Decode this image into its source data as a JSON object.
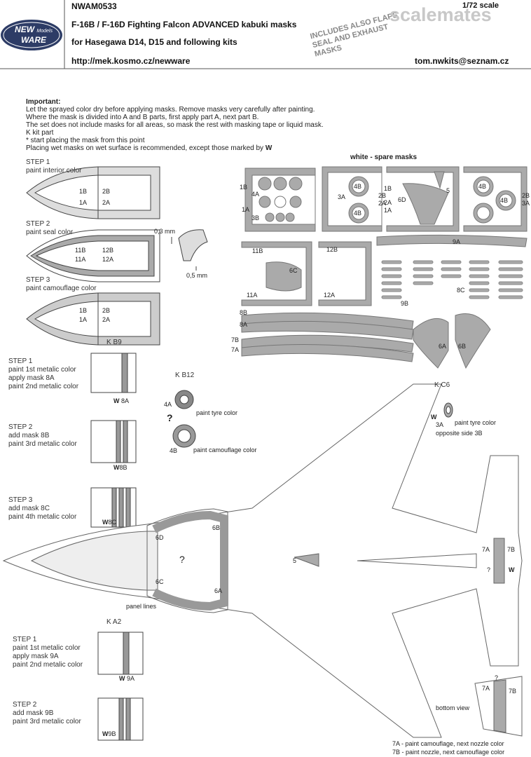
{
  "header": {
    "product_code": "NWAM0533",
    "title_line1": "F-16B / F-16D Fighting Falcon ADVANCED  kabuki masks",
    "title_line2": "for Hasegawa D14, D15 and following kits",
    "url": "http://mek.kosmo.cz/newware",
    "email": "tom.nwkits@seznam.cz",
    "scale": "1/72 scale",
    "stamp": "INCLUDES ALSO FLAPS SEAL AND EXHAUST MASKS",
    "logo_line1": "NEW",
    "logo_line2": "WARE",
    "logo_tag": "Models",
    "watermark": "scalemates"
  },
  "important": {
    "heading": "Important:",
    "lines": [
      "Let the sprayed color dry before applying masks. Remove masks very carefully after painting.",
      "Where the mask is divided into A and B parts, first apply part A, next part B.",
      "The set does not include masks for all areas, so mask the rest with masking tape or liquid mask.",
      "K kit part",
      "*  start placing the mask from this point",
      "Placing wet masks on wet surface is recommended, except those marked by"
    ],
    "w_mark": "W"
  },
  "canopy_steps": [
    {
      "step": "STEP 1",
      "text": "paint interior color",
      "l1": "1B",
      "l2": "1A",
      "r1": "2B",
      "r2": "2A"
    },
    {
      "step": "STEP 2",
      "text": "paint seal color",
      "l1": "11B",
      "l2": "11A",
      "r1": "12B",
      "r2": "12A"
    },
    {
      "step": "STEP 3",
      "text": "paint camouflage color",
      "l1": "1B",
      "l2": "1A",
      "r1": "2B",
      "r2": "2A"
    }
  ],
  "dims": {
    "d1": "0,3 mm",
    "d2": "0,5 mm"
  },
  "spare": {
    "title": "white - spare masks"
  },
  "sheet_labels": [
    "1B",
    "4A",
    "1A",
    "3B",
    "3A",
    "4B",
    "4B",
    "2B",
    "2A",
    "1B",
    "2A",
    "1A",
    "6D",
    "5",
    "4B",
    "2B",
    "3A",
    "4B",
    "9A",
    "11B",
    "12B",
    "6C",
    "11A",
    "12A",
    "8C",
    "9B",
    "8B",
    "8A",
    "7B",
    "7A",
    "6A",
    "6B"
  ],
  "nozzle_kb9": {
    "kit": "K B9",
    "steps": [
      {
        "step": "STEP 1",
        "lines": [
          "paint 1st metalic color",
          "apply mask 8A",
          "paint 2nd metalic color"
        ],
        "tag": "8A"
      },
      {
        "step": "STEP 2",
        "lines": [
          "add mask 8B",
          "paint 3rd metalic color"
        ],
        "tag": "8B"
      },
      {
        "step": "STEP 3",
        "lines": [
          "add mask 8C",
          "paint 4th metalic color"
        ],
        "tag": "8C"
      }
    ]
  },
  "wheels": {
    "kit": "K B12",
    "l1": "4A",
    "t1": "paint tyre color",
    "q": "?",
    "l2": "4B",
    "t2": "paint camouflage color"
  },
  "wheel_c6": {
    "kit": "K C6",
    "lab": "3A",
    "t1": "paint tyre color",
    "t2": "opposite side 3B"
  },
  "plane_labels": {
    "l6d": "6D",
    "l6b": "6B",
    "l6c": "6C",
    "l6a": "6A",
    "q": "?",
    "l5": "5",
    "l7a": "7A",
    "l7b": "7B",
    "q2": "?",
    "panel": "panel lines"
  },
  "nozzle_ka2": {
    "kit": "K A2",
    "steps": [
      {
        "step": "STEP 1",
        "lines": [
          "paint 1st metalic color",
          "apply mask 9A",
          "paint 2nd metalic color"
        ],
        "tag": "9A"
      },
      {
        "step": "STEP 2",
        "lines": [
          "add mask 9B",
          "paint 3rd metalic color"
        ],
        "tag": "9B"
      }
    ]
  },
  "bottom": {
    "label": "bottom view",
    "q": "?",
    "l7a": "7A",
    "l7b": "7B"
  },
  "legend": {
    "line1": "7A - paint camouflage, next nozzle color",
    "line2": "7B - paint nozzle, next camouflage color"
  }
}
